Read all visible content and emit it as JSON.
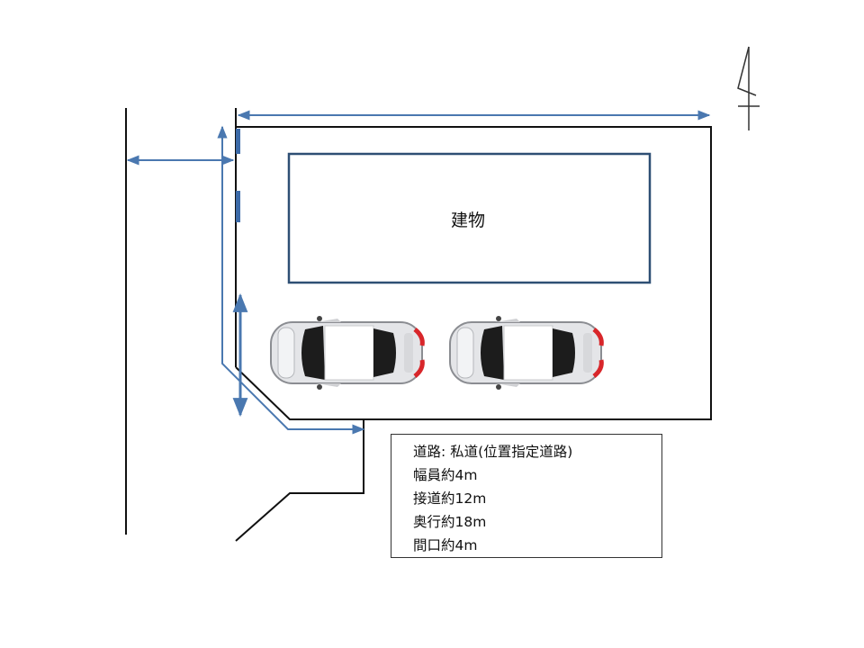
{
  "building": {
    "label": "建物"
  },
  "info": {
    "road": "道路: 私道(位置指定道路)",
    "width": "幅員約4m",
    "frontage_road": "接道約12m",
    "depth": "奥行約18m",
    "frontage": "間口約4m"
  },
  "colors": {
    "line": "#111111",
    "arrow": "#4a78b0",
    "building_border": "#2e4f74",
    "car_body": "#e4e5e8",
    "car_glass": "#1c1c1c",
    "tail_light": "#d8262a"
  },
  "icons": {
    "north": "north-arrow-icon",
    "car": "car-icon"
  }
}
